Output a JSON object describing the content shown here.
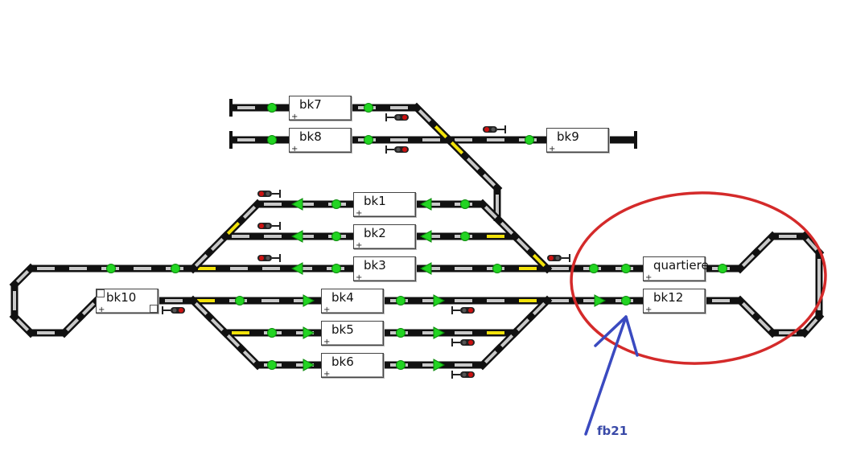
{
  "blocks": {
    "bk7": "bk7",
    "bk8": "bk8",
    "bk9": "bk9",
    "bk1": "bk1",
    "bk2": "bk2",
    "bk3": "bk3",
    "bk4": "bk4",
    "bk5": "bk5",
    "bk6": "bk6",
    "bk10": "bk10",
    "bk12": "bk12",
    "quartiere": "quartiere"
  },
  "plus_marker": "+",
  "annotation": {
    "label": "fb21",
    "arrow_color": "#3a4ac0",
    "ellipse_color": "#d42a2a"
  },
  "colors": {
    "track": "#111111",
    "rail_segment": "#c8c8c8",
    "occupied_segment": "#f2e20a",
    "sensor": "#22d422",
    "signal_red": "#cc1111"
  }
}
